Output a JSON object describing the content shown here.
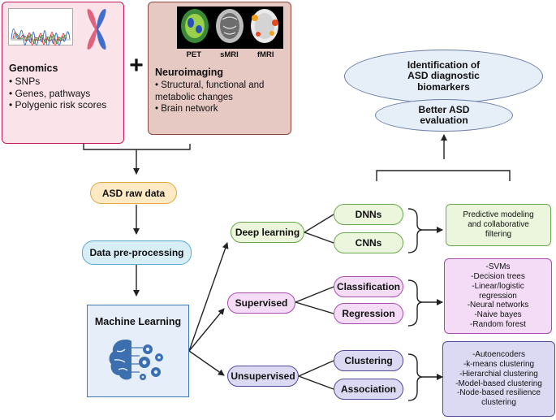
{
  "genomics": {
    "title": "Genomics",
    "items": [
      "SNPs",
      "Genes, pathways",
      "Polygenic risk scores"
    ]
  },
  "plus": "+",
  "neuroimaging": {
    "title": "Neuroimaging",
    "items": [
      "Structural, functional and metabolic changes",
      "Brain network"
    ],
    "scan_labels": [
      "PET",
      "sMRI",
      "fMRI"
    ]
  },
  "pipeline": {
    "raw": "ASD raw data",
    "preprocessing": "Data pre-processing",
    "ml": "Machine Learning"
  },
  "categories": {
    "deep": "Deep learning",
    "supervised": "Supervised",
    "unsupervised": "Unsupervised"
  },
  "methods": {
    "dnns": "DNNs",
    "cnns": "CNNs",
    "classification": "Classification",
    "regression": "Regression",
    "clustering": "Clustering",
    "association": "Association"
  },
  "outputs": {
    "deep": [
      "Predictive modeling",
      "and collaborative",
      "filtering"
    ],
    "supervised": [
      "-SVMs",
      "-Decision trees",
      "-Linear/logistic",
      "regression",
      "-Neural networks",
      "-Naive bayes",
      "-Random forest"
    ],
    "unsupervised": [
      "-Autoencoders",
      "-k-means clustering",
      "-Hierarchial clustering",
      "-Model-based clustering",
      "-Node-based resilience",
      "clustering"
    ]
  },
  "results": {
    "biomarkers": "Identification of ASD diagnostic biomarkers",
    "evaluation": "Better ASD evaluation"
  },
  "colors": {
    "genomics_fill": "#fbe3ea",
    "genomics_border": "#c2185b",
    "neuro_fill": "#e6c9c2",
    "neuro_border": "#8d4a3e",
    "raw_fill": "#fde9c4",
    "raw_border": "#e0a640",
    "pre_fill": "#d8eef7",
    "pre_border": "#5aa9cc",
    "ml_fill": "#e5eef9",
    "ml_border": "#3f78b5",
    "deep_fill": "#ebf6dc",
    "deep_border": "#6aa84f",
    "sup_fill": "#f4dcf6",
    "sup_border": "#a64dad",
    "unsup_fill": "#dcdaf3",
    "unsup_border": "#4f4a9c",
    "ellipse_fill": "#e6eef8",
    "ellipse_border": "#6a7ea6"
  }
}
